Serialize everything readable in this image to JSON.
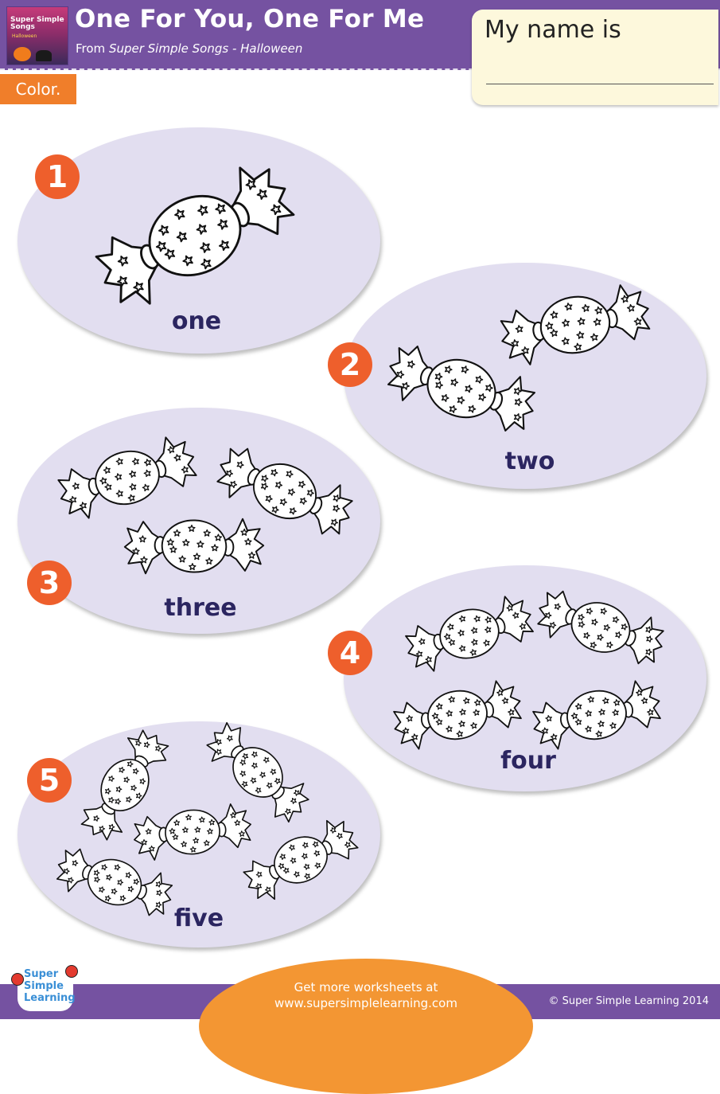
{
  "header": {
    "title": "One For You, One For Me",
    "subtitle_prefix": "From ",
    "subtitle_source": "Super Simple Songs - Halloween",
    "album_art": {
      "line1": "Super Simple Songs",
      "line2": "Halloween"
    }
  },
  "name_box": {
    "label": "My name is"
  },
  "instruction": "Color.",
  "sections": [
    {
      "number": "1",
      "word": "one",
      "candy_count": 1
    },
    {
      "number": "2",
      "word": "two",
      "candy_count": 2
    },
    {
      "number": "3",
      "word": "three",
      "candy_count": 3
    },
    {
      "number": "4",
      "word": "four",
      "candy_count": 4
    },
    {
      "number": "5",
      "word": "five",
      "candy_count": 5
    }
  ],
  "footer": {
    "line1": "Get more worksheets at",
    "line2": "www.supersimplelearning.com",
    "copyright": "© Super Simple Learning 2014",
    "logo": {
      "line1": "Super",
      "line2": "Simple",
      "line3": "Learning"
    }
  },
  "colors": {
    "header_purple": "#7552a1",
    "oval_lavender": "#e2def0",
    "badge_orange": "#ee5f2c",
    "word_navy": "#2b2560",
    "footer_orange": "#f39633"
  }
}
